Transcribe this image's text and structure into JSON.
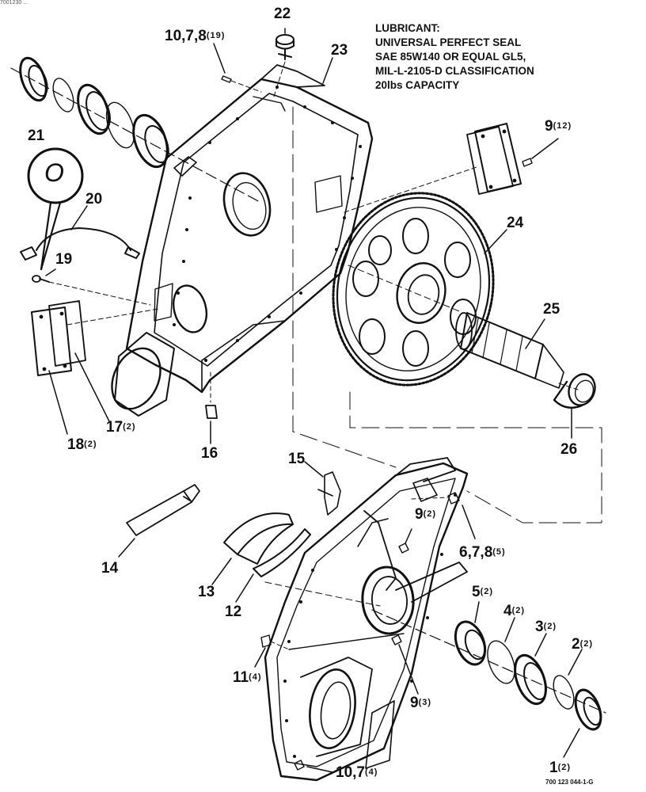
{
  "header_fragment": "7001230 ... ",
  "lubricant": {
    "lines": [
      "LUBRICANT:",
      "UNIVERSAL PERFECT SEAL",
      "SAE 85W140 OR EQUAL GL5,",
      "MIL-L-2105-D CLASSIFICATION",
      "20lbs CAPACITY"
    ]
  },
  "callouts": [
    {
      "id": "c22",
      "num": "22",
      "qty": ""
    },
    {
      "id": "c23",
      "num": "23",
      "qty": ""
    },
    {
      "id": "c10",
      "num": "10,7,8",
      "qty": "(19)"
    },
    {
      "id": "c21",
      "num": "21",
      "qty": ""
    },
    {
      "id": "c20",
      "num": "20",
      "qty": ""
    },
    {
      "id": "c19",
      "num": "19",
      "qty": ""
    },
    {
      "id": "c9a",
      "num": "9",
      "qty": "(12)"
    },
    {
      "id": "c24",
      "num": "24",
      "qty": ""
    },
    {
      "id": "c25",
      "num": "25",
      "qty": ""
    },
    {
      "id": "c26",
      "num": "26",
      "qty": ""
    },
    {
      "id": "c17",
      "num": "17",
      "qty": "(2)"
    },
    {
      "id": "c18",
      "num": "18",
      "qty": "(2)"
    },
    {
      "id": "c16",
      "num": "16",
      "qty": ""
    },
    {
      "id": "c15",
      "num": "15",
      "qty": ""
    },
    {
      "id": "c9b",
      "num": "9",
      "qty": "(2)"
    },
    {
      "id": "c678",
      "num": "6,7,8",
      "qty": "(5)"
    },
    {
      "id": "c14",
      "num": "14",
      "qty": ""
    },
    {
      "id": "c13",
      "num": "13",
      "qty": ""
    },
    {
      "id": "c12",
      "num": "12",
      "qty": ""
    },
    {
      "id": "c5",
      "num": "5",
      "qty": "(2)"
    },
    {
      "id": "c4",
      "num": "4",
      "qty": "(2)"
    },
    {
      "id": "c3",
      "num": "3",
      "qty": "(2)"
    },
    {
      "id": "c2",
      "num": "2",
      "qty": "(2)"
    },
    {
      "id": "c11",
      "num": "11",
      "qty": "(4)"
    },
    {
      "id": "c9c",
      "num": "9",
      "qty": "(3)"
    },
    {
      "id": "c1",
      "num": "1",
      "qty": "(2)"
    },
    {
      "id": "c107",
      "num": "10,7",
      "qty": "(4)"
    }
  ],
  "seal_detail_glyph": "O",
  "doc_id": "700 123 044-1-G"
}
